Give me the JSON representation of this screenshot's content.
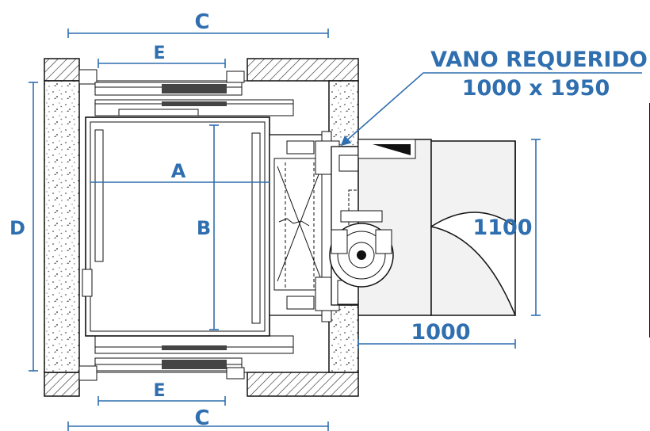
{
  "title_line1": "VANO REQUERIDO",
  "title_line2": "1000 x 1950",
  "labels": {
    "a": "A",
    "b": "B",
    "c_top": "C",
    "c_bottom": "C",
    "d": "D",
    "e_top": "E",
    "e_bottom": "E",
    "door_height": "1100",
    "door_width": "1000"
  },
  "colors": {
    "dimension": "#2f6fb0",
    "line": "#111111",
    "hatch": "#333333",
    "door": "#f2f2f2"
  },
  "icons": [
    "leader-arrow-icon",
    "door-swing-icon",
    "motor-icon"
  ]
}
